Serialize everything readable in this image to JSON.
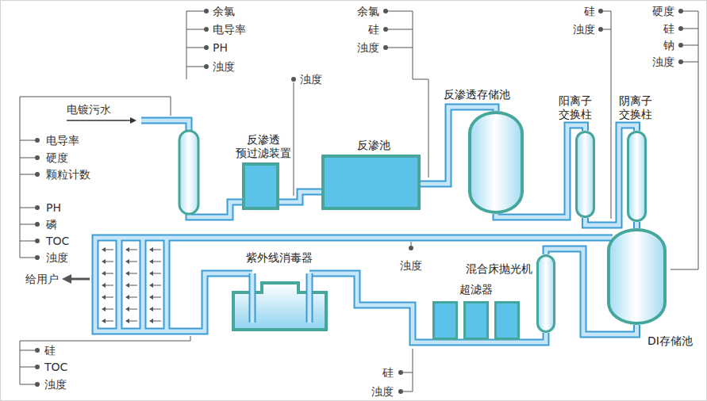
{
  "diagram": {
    "nodes": [
      {
        "text": [
          "反渗透 预过滤装置"
        ]
      },
      {
        "text": [
          "反渗池"
        ]
      },
      {
        "text": [
          "反渗透存储池"
        ]
      },
      {
        "text": [
          "阳离子 交换柱"
        ]
      },
      {
        "text": [
          "阴离子 交换柱"
        ]
      },
      {
        "text": [
          "DI存储池"
        ]
      },
      {
        "text": [
          "混合床抛光机"
        ]
      },
      {
        "text": [
          "超滤器"
        ]
      },
      {
        "text": [
          "紫外线消毒器"
        ]
      }
    ],
    "edges": [
      {
        "from": 0,
        "to": 1,
        "arrow": "none"
      },
      {
        "from": 1,
        "to": 2,
        "arrow": "none"
      },
      {
        "from": 2,
        "to": 3,
        "arrow": "none"
      },
      {
        "from": 3,
        "to": 4,
        "arrow": "none"
      },
      {
        "from": 4,
        "to": 5,
        "arrow": "none"
      },
      {
        "from": 5,
        "to": 6,
        "arrow": "none"
      },
      {
        "from": 6,
        "to": 7,
        "arrow": "none"
      },
      {
        "from": 7,
        "to": 8,
        "arrow": "none"
      }
    ],
    "labels": [
      "余氯",
      "电导率",
      "PH",
      "浊度",
      "浊度",
      "余氯",
      "硅",
      "浊度",
      "硅",
      "浊度",
      "硬度",
      "硅",
      "钠",
      "浊度",
      "电镀污水",
      "电导率",
      "硬度",
      "颗粒计数",
      "PH",
      "磷",
      "TOC",
      "浊度",
      "浊度",
      "给用户",
      "硅",
      "TOC",
      "浊度",
      "硅",
      "浊度"
    ]
  }
}
